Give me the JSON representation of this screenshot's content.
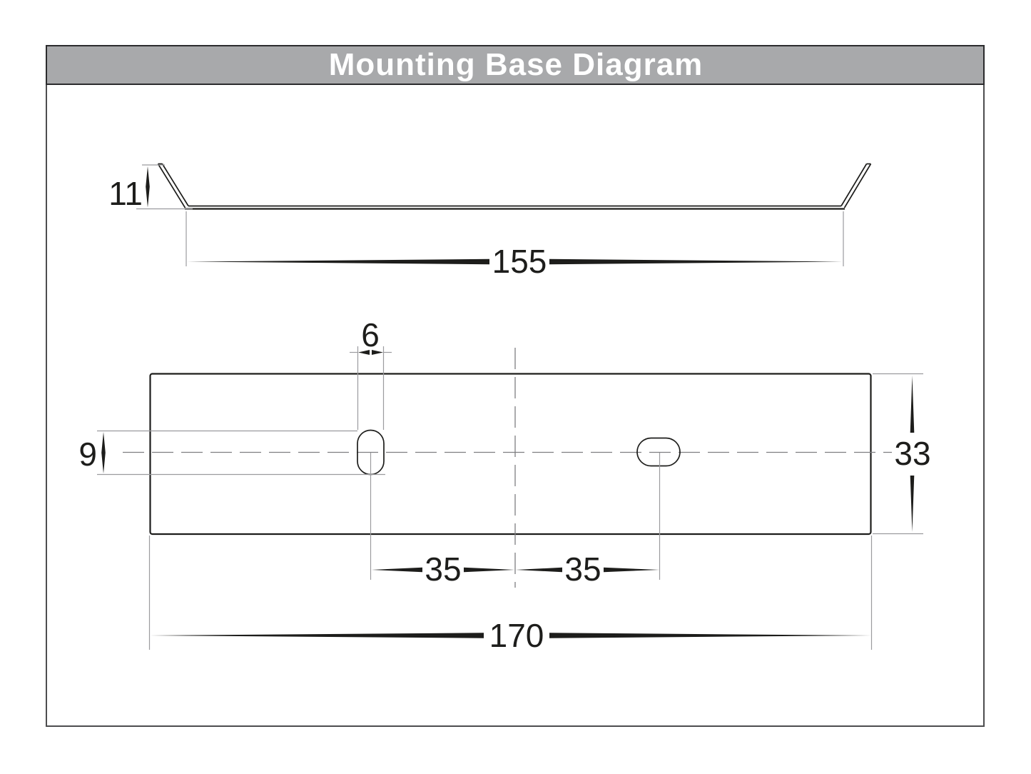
{
  "title_bar": {
    "title": "Mounting Base Diagram",
    "bg_color": "#a8a9ab",
    "text_color": "#ffffff"
  },
  "side_view": {
    "description": "side profile of mounting base channel",
    "flange_height_label": "11",
    "base_width_label": "155",
    "flange_height_mm": 11,
    "base_width_mm": 155
  },
  "top_view": {
    "description": "top view of mounting plate with two slotted holes",
    "slot_width_label": "6",
    "slot_length_label": "9",
    "plate_depth_label": "33",
    "left_hole_spacing_label": "35",
    "right_hole_spacing_label": "35",
    "plate_width_label": "170",
    "slot_width_mm": 6,
    "slot_length_mm": 9,
    "plate_depth_mm": 33,
    "hole_spacing_mm": [
      35,
      35
    ],
    "plate_width_mm": 170
  },
  "colors": {
    "line": "#1d1d1b",
    "thin_line": "#9b9b9e",
    "centerline": "#7e7e81",
    "frame_border": "#4d4d4f",
    "title_bar_bg": "#a8a9ab"
  }
}
